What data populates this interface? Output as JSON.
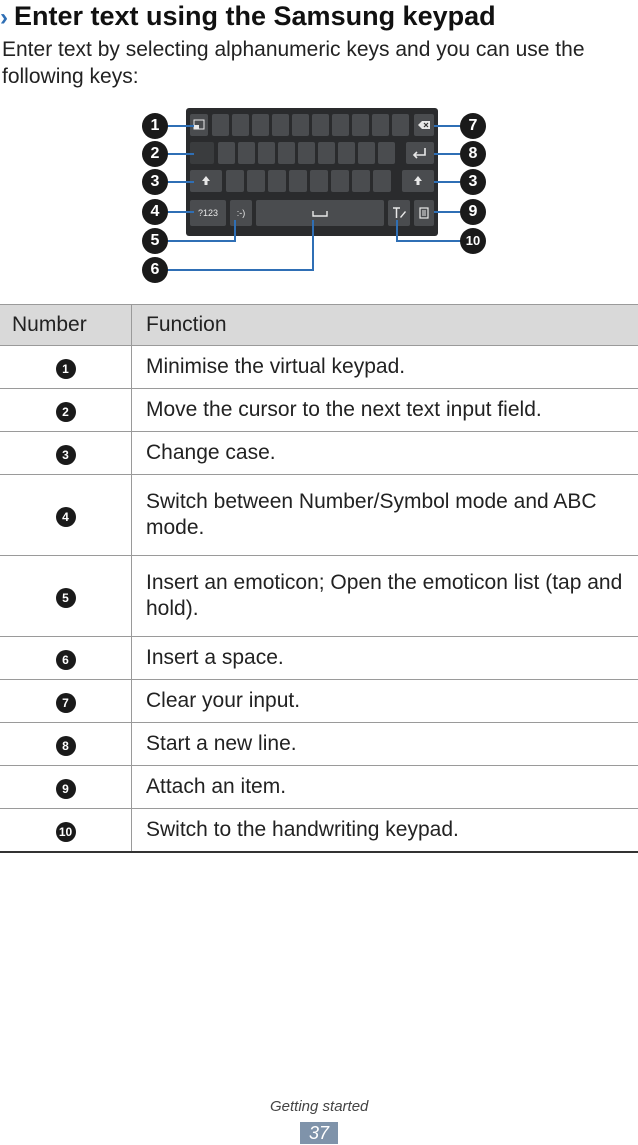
{
  "heading": {
    "chevron": "›",
    "title": "Enter text using the Samsung keypad"
  },
  "intro": "Enter text by selecting alphanumeric keys and you can use the following keys:",
  "keypad": {
    "num_key": "?123",
    "emoticon_key": ":-)"
  },
  "callouts": {
    "left": [
      "1",
      "2",
      "3",
      "4",
      "5",
      "6"
    ],
    "right": [
      "7",
      "8",
      "3",
      "9",
      "10"
    ]
  },
  "table": {
    "headers": [
      "Number",
      "Function"
    ],
    "rows": [
      {
        "num": "1",
        "text": "Minimise the virtual keypad."
      },
      {
        "num": "2",
        "text": "Move the cursor to the next text input field."
      },
      {
        "num": "3",
        "text": "Change case."
      },
      {
        "num": "4",
        "text": "Switch between Number/Symbol mode and ABC mode."
      },
      {
        "num": "5",
        "text": "Insert an emoticon; Open the emoticon list (tap and hold)."
      },
      {
        "num": "6",
        "text": "Insert a space."
      },
      {
        "num": "7",
        "text": "Clear your input."
      },
      {
        "num": "8",
        "text": "Start a new line."
      },
      {
        "num": "9",
        "text": "Attach an item."
      },
      {
        "num": "10",
        "text": "Switch to the handwriting keypad."
      }
    ]
  },
  "footer": {
    "section": "Getting started",
    "page": "37"
  }
}
